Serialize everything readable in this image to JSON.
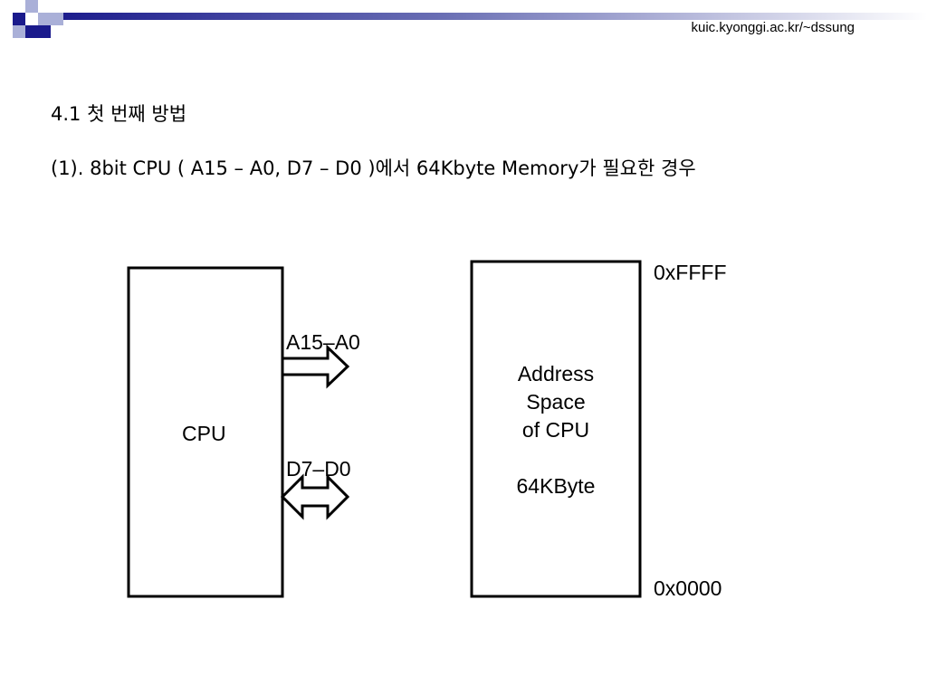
{
  "header": {
    "url": "kuic.kyonggi.ac.kr/~dssung",
    "colors": {
      "bar_dark": "#1a1a8c",
      "bar_light": "#ffffff",
      "square_dark": "#1a1a8c",
      "square_light": "#aab0d8"
    }
  },
  "slide": {
    "heading": "4.1 첫 번째 방법",
    "subheading": "(1). 8bit CPU ( A15 – A0, D7 – D0 )에서  64Kbyte Memory가 필요한 경우"
  },
  "diagram": {
    "cpu_label": "CPU",
    "address_bus_label": "A15–A0",
    "data_bus_label": "D7–D0",
    "memory": {
      "line1": "Address",
      "line2": "Space",
      "line3": "of CPU",
      "size": "64KByte"
    },
    "top_address": "0xFFFF",
    "bottom_address": "0x0000"
  }
}
